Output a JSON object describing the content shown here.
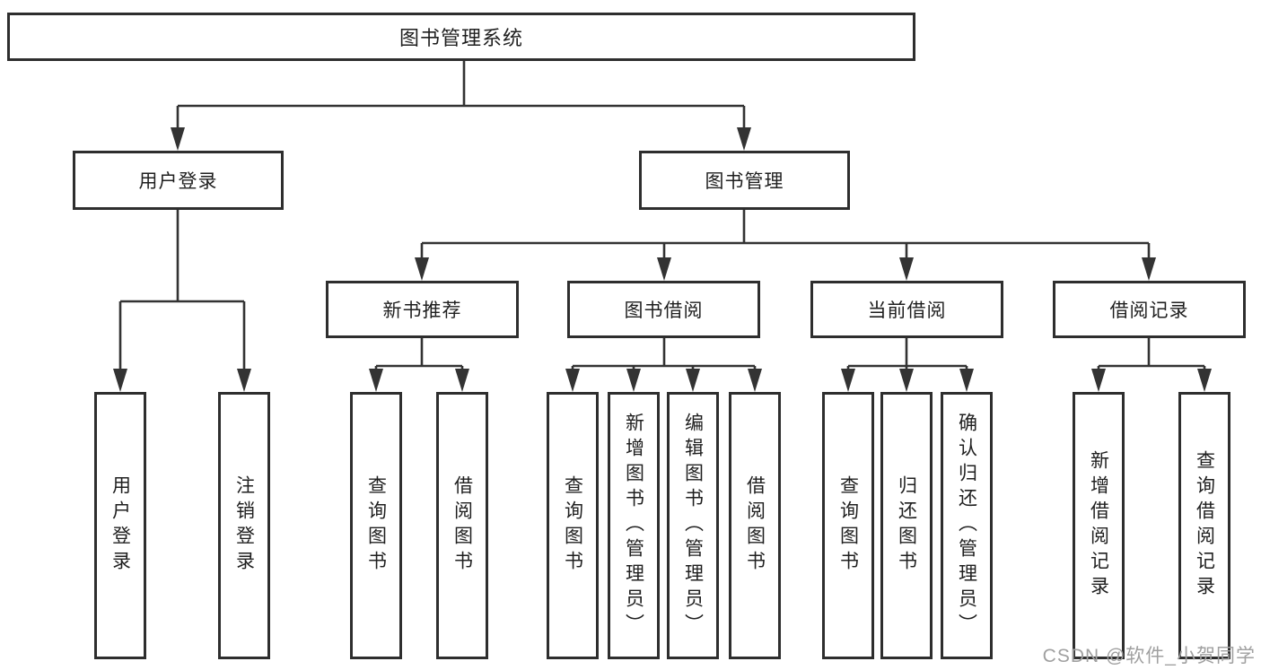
{
  "diagram": {
    "title": "图书管理系统",
    "children": [
      {
        "label": "用户登录",
        "children": [
          {
            "label": "用户登录"
          },
          {
            "label": "注销登录"
          }
        ]
      },
      {
        "label": "图书管理",
        "children": [
          {
            "label": "新书推荐",
            "children": [
              {
                "label": "查询图书"
              },
              {
                "label": "借阅图书"
              }
            ]
          },
          {
            "label": "图书借阅",
            "children": [
              {
                "label": "查询图书"
              },
              {
                "label": "新增图书（管理员）"
              },
              {
                "label": "编辑图书（管理员）"
              },
              {
                "label": "借阅图书"
              }
            ]
          },
          {
            "label": "当前借阅",
            "children": [
              {
                "label": "查询图书"
              },
              {
                "label": "归还图书"
              },
              {
                "label": "确认归还（管理员）"
              }
            ]
          },
          {
            "label": "借阅记录",
            "children": [
              {
                "label": "新增借阅记录"
              },
              {
                "label": "查询借阅记录"
              }
            ]
          }
        ]
      }
    ]
  },
  "watermark": {
    "text": "CSDN @软件_小贺同学"
  },
  "colors": {
    "line": "#333333",
    "box_border": "#2e2e2e",
    "text": "#1f1f1f",
    "watermark": "#a0a0a0",
    "background": "#ffffff"
  }
}
